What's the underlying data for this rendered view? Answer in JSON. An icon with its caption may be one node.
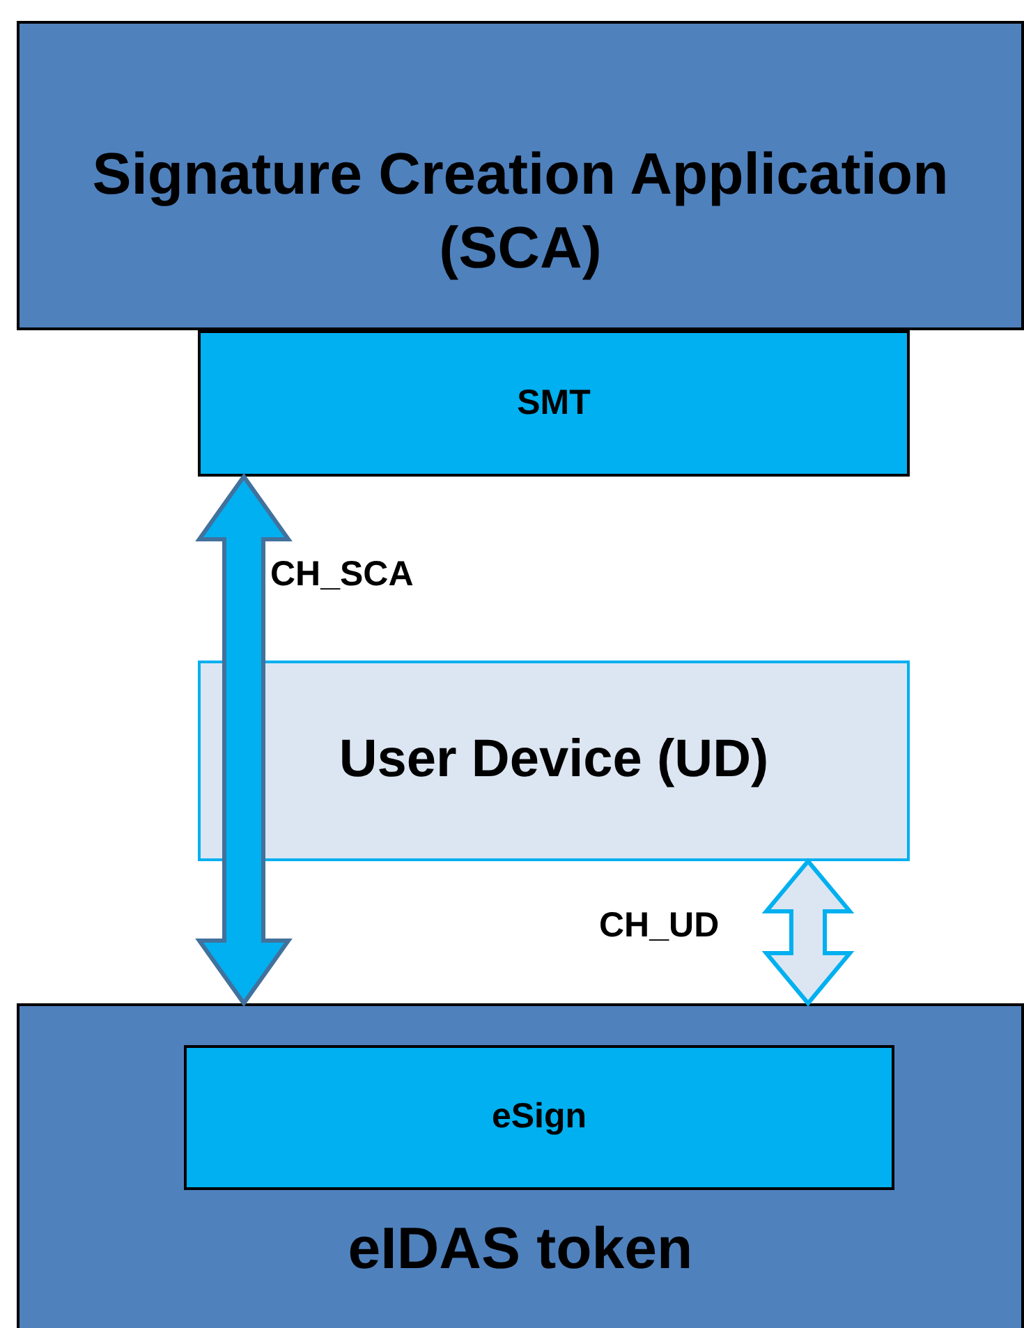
{
  "diagram": {
    "nodes": [
      {
        "text": [
          "Signature Creation Application (SCA)"
        ]
      },
      {
        "text": [
          "SMT"
        ]
      },
      {
        "text": [
          "User Device (UD)"
        ]
      },
      {
        "text": [
          "eIDAS token"
        ]
      },
      {
        "text": [
          "eSign"
        ],
        "in": 3
      }
    ],
    "edges": [
      {
        "from": 1,
        "to": 3,
        "arrow": "both",
        "label": "CH_SCA",
        "style": "thick",
        "color": "#00b0f0"
      },
      {
        "from": 2,
        "to": 3,
        "arrow": "both",
        "label": "CH_UD",
        "style": "thick",
        "color": "#dce6f2"
      }
    ]
  }
}
